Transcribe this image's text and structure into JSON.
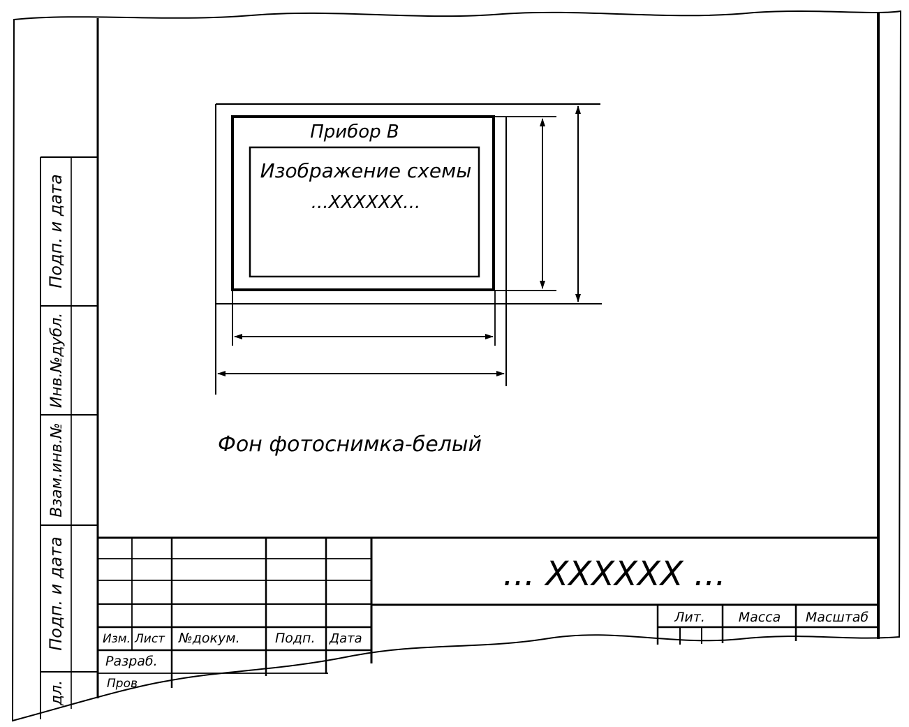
{
  "device": {
    "title": "Прибор В",
    "image_line1": "Изображение схемы",
    "image_line2": "...XXXXXX..."
  },
  "caption": "Фон фотоснимка-белый",
  "side_strip": {
    "sign_date_top": "Подп. и дата",
    "inv_dup": "Инв.№дубл.",
    "vzam_inv": "Взам.инв.№",
    "sign_date_bottom": "Подп. и дата",
    "inv_podl": "дл."
  },
  "title_block": {
    "designation": "... XXXXXX ...",
    "col_izm": "Изм.",
    "col_list": "Лист",
    "col_doc": "№докум.",
    "col_podp": "Подп.",
    "col_date": "Дата",
    "row_razrab": "Разраб.",
    "row_prov": "Пров",
    "lit": "Лит.",
    "massa": "Масса",
    "masshtab": "Масштаб"
  }
}
